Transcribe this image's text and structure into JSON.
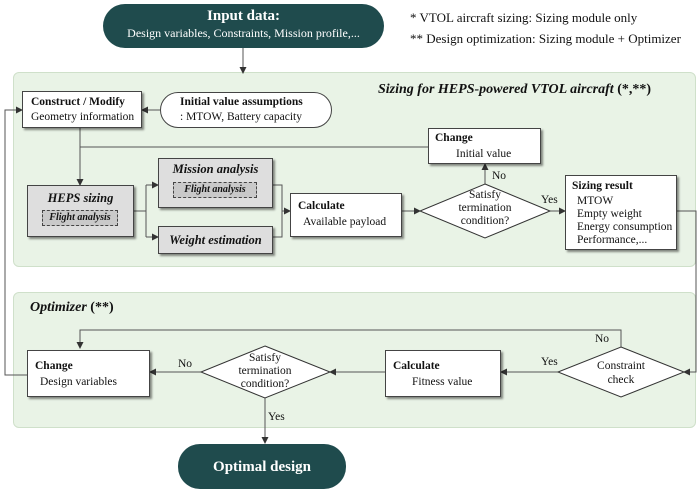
{
  "input": {
    "title": "Input data:",
    "subtitle": "Design variables, Constraints, Mission profile,..."
  },
  "notes": [
    "* VTOL aircraft sizing: Sizing module only",
    "** Design optimization: Sizing module + Optimizer"
  ],
  "sizing_panel": {
    "title": "Sizing for HEPS-powered VTOL aircraft",
    "suffix": " (*,**)"
  },
  "construct": {
    "title": "Construct / Modify",
    "sub": "Geometry information"
  },
  "initial": {
    "title": "Initial value assumptions",
    "sub": ": MTOW, Battery capacity"
  },
  "change_initial": {
    "title": "Change",
    "sub": "Initial value"
  },
  "heps": {
    "title": "HEPS sizing",
    "inner": "Flight analysis"
  },
  "mission": {
    "title": "Mission analysis",
    "inner": "Flight analysis"
  },
  "weight": {
    "title": "Weight estimation"
  },
  "calc_payload": {
    "title": "Calculate",
    "sub": "Available payload"
  },
  "satisfy1": {
    "l1": "Satisfy",
    "l2": "termination",
    "l3": "condition?"
  },
  "sizing_result": {
    "title": "Sizing result",
    "items": [
      "MTOW",
      "Empty weight",
      "Energy consumption",
      "Performance,..."
    ]
  },
  "optimizer_panel": {
    "title": "Optimizer",
    "suffix": " (**)"
  },
  "change_design": {
    "title": "Change",
    "sub": "Design variables"
  },
  "satisfy2": {
    "l1": "Satisfy",
    "l2": "termination",
    "l3": "condition?"
  },
  "calc_fitness": {
    "title": "Calculate",
    "sub": "Fitness value"
  },
  "constraint": {
    "l1": "Constraint",
    "l2": "check"
  },
  "labels": {
    "yes": "Yes",
    "no": "No"
  },
  "output": {
    "title": "Optimal design"
  },
  "colors": {
    "pill": "#1f4b4d",
    "panel": "#e9f3e6",
    "gray_box": "#dedede",
    "inner_box": "#c9c9c9"
  }
}
